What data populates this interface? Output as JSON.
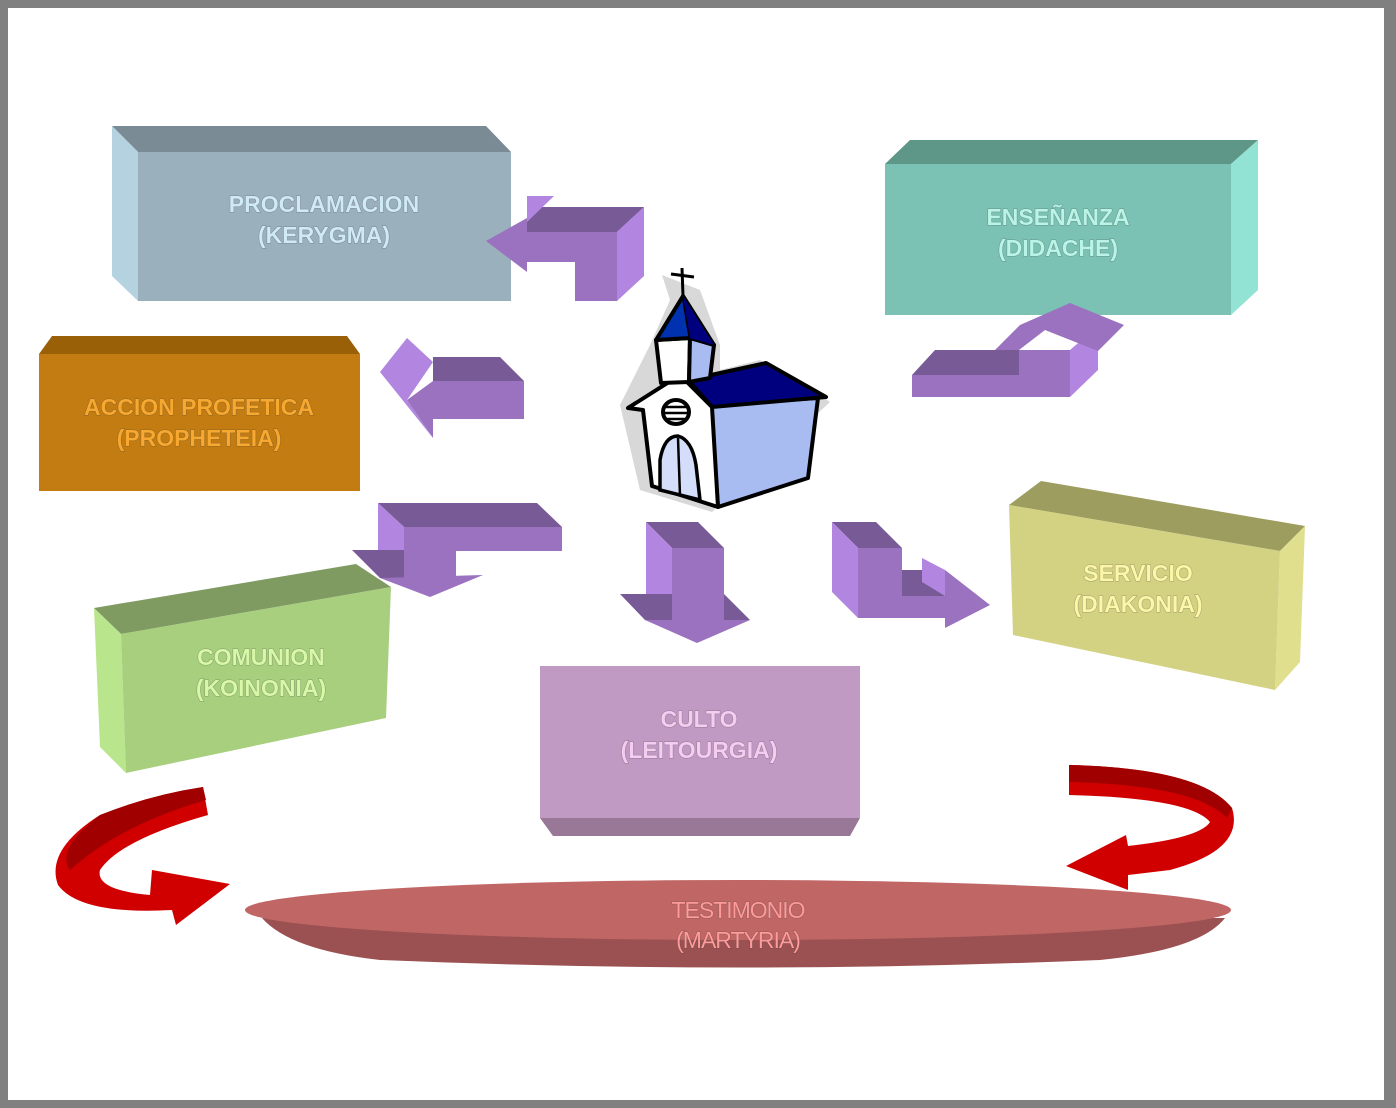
{
  "diagram": {
    "center": {
      "name": "church",
      "icon": "church-icon"
    },
    "boxes": {
      "kerygma": {
        "line1": "PROCLAMACION",
        "line2": "(KERYGMA)",
        "text_color": "#cfe9f5",
        "front": "#9bb0bd",
        "top": "#7a8b96",
        "side": "#b5d2e0"
      },
      "propheteia": {
        "line1": "ACCION PROFETICA",
        "line2": "(PROPHETEIA)",
        "text_color": "#f7a830",
        "front": "#c27c12",
        "top": "#9a6008",
        "side": "#d48c1c"
      },
      "didache": {
        "line1": "ENSEÑANZA",
        "line2": "(DIDACHE)",
        "text_color": "#b9f4e6",
        "front": "#7bc1b4",
        "top": "#5e9688",
        "side": "#92e3d4"
      },
      "koinonia": {
        "line1": "COMUNION",
        "line2": "(KOINONIA)",
        "text_color": "#d8f7a8",
        "front": "#a7cf7e",
        "top": "#809b62",
        "side": "#b9e58d"
      },
      "diakonia": {
        "line1": "SERVICIO",
        "line2": "(DIAKONIA)",
        "text_color": "#fbf6a8",
        "front": "#d3d282",
        "top": "#9e9d60",
        "side": "#e0df8e"
      },
      "leitourgia": {
        "line1": "CULTO",
        "line2": "(LEITOURGIA)",
        "text_color": "#f4cdf1",
        "front": "#c19ac4",
        "top": "#987896",
        "side": "#d0aad2"
      },
      "martyria": {
        "line1": "TESTIMONIO",
        "line2": "(MARTYRIA)",
        "text_color": "#ff9a9a",
        "front": "#c06766",
        "top": "#9b5151",
        "side": "#c06766"
      }
    },
    "arrow_colors": {
      "light": "#b185e0",
      "mid": "#9a72c0",
      "dark": "#775a96"
    },
    "cycle_arrow_colors": {
      "main": "#d00000",
      "dark": "#a00000"
    }
  }
}
